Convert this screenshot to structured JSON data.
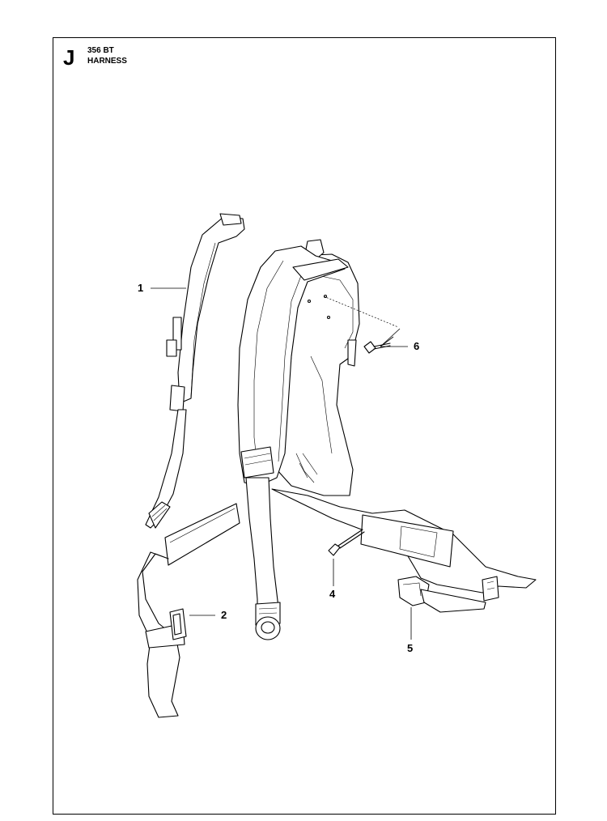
{
  "header": {
    "section_letter": "J",
    "model": "356 BT",
    "title": "HARNESS"
  },
  "callouts": {
    "c1": "1",
    "c2": "2",
    "c4": "4",
    "c5": "5",
    "c6": "6"
  }
}
